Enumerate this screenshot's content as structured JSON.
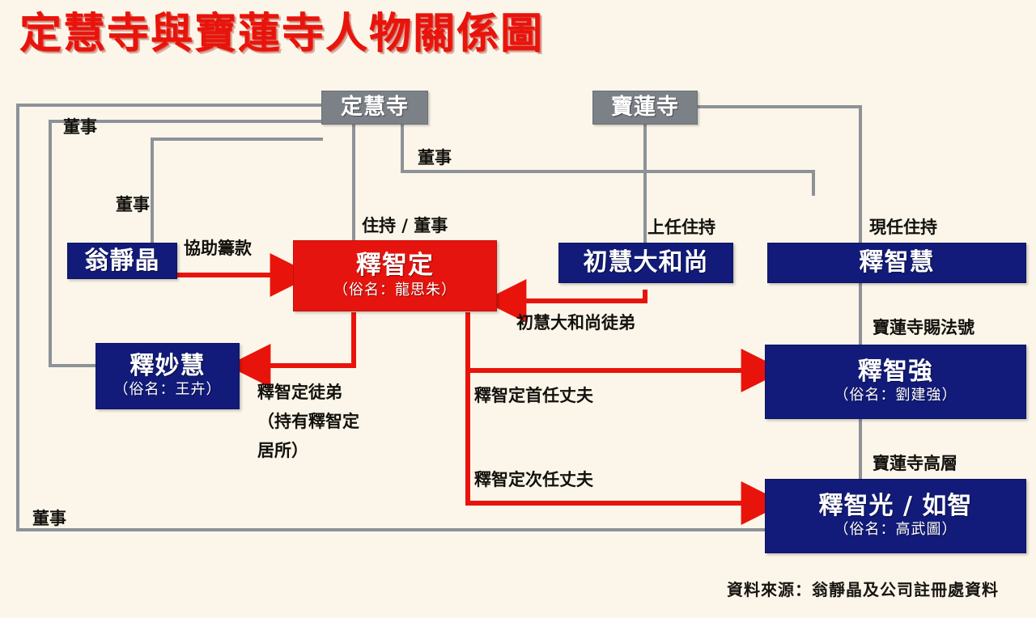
{
  "title": "定慧寺與寶蓮寺人物關係圖",
  "colors": {
    "background": "#fbf6e9",
    "title_red": "#e8140c",
    "gray_box": "#7c8187",
    "navy_box": "#121b7a",
    "red_box": "#e6140e",
    "gray_line": "#8d9298",
    "red_arrow": "#e8140c"
  },
  "nodes": {
    "temple_dinghui": {
      "label": "定慧寺",
      "type": "temple"
    },
    "temple_baolian": {
      "label": "寶蓮寺",
      "type": "temple"
    },
    "wing_jingjing": {
      "label": "翁靜晶",
      "alias": "",
      "type": "person"
    },
    "shi_zhiding": {
      "label": "釋智定",
      "alias": "（俗名：龍思朱）",
      "type": "person"
    },
    "chuhui": {
      "label": "初慧大和尚",
      "alias": "",
      "type": "person"
    },
    "shi_zhihui": {
      "label": "釋智慧",
      "alias": "",
      "type": "person"
    },
    "shi_miaohui": {
      "label": "釋妙慧",
      "alias": "（俗名：王卉）",
      "type": "person"
    },
    "shi_zhiqiang": {
      "label": "釋智強",
      "alias": "（俗名：劉建強）",
      "type": "person"
    },
    "shi_zhiguang": {
      "label": "釋智光 / 如智",
      "alias": "（俗名：高武圖）",
      "type": "person"
    }
  },
  "labels": {
    "director_1": "董事",
    "director_2": "董事",
    "director_3": "董事",
    "director_4": "董事",
    "abbot_director": "住持 / 董事",
    "help_fundraise": "協助籌款",
    "previous_abbot": "上任住持",
    "current_abbot": "現任住持",
    "baolian_dharma_name": "寶蓮寺賜法號",
    "baolian_senior": "寶蓮寺高層",
    "chuhui_disciple": "初慧大和尚徒弟",
    "zhiding_disciple_line1": "釋智定徒弟",
    "zhiding_disciple_line2": "（持有釋智定",
    "zhiding_disciple_line3": "居所）",
    "first_husband": "釋智定首任丈夫",
    "second_husband": "釋智定次任丈夫"
  },
  "footer": {
    "source": "資料來源：翁靜晶及公司註冊處資料"
  }
}
